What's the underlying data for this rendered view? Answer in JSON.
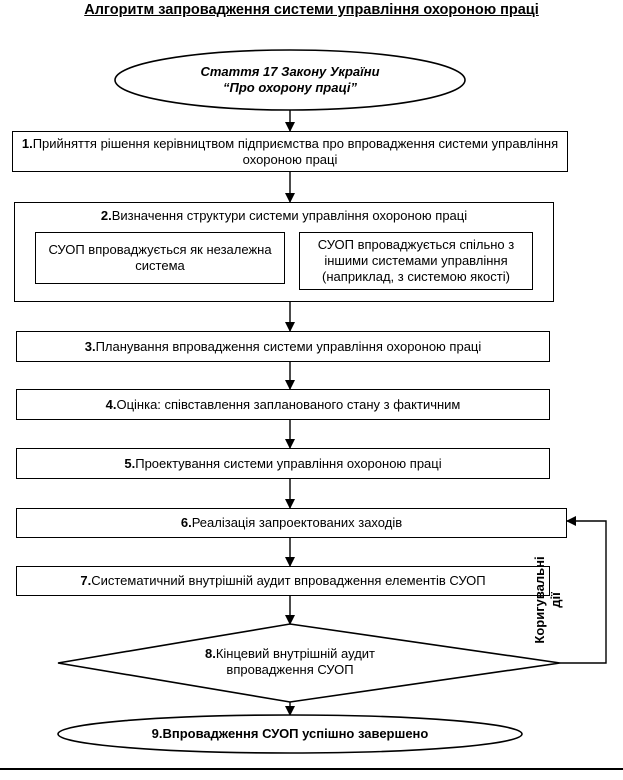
{
  "title": "Алгоритм запровадження системи управління охороною праці",
  "start": {
    "line1": "Стаття 17 Закону України",
    "line2": "“Про охорону праці”"
  },
  "steps": [
    {
      "num": "1.",
      "text": "Прийняття рішення керівництвом підприємства про впровадження системи управління охороною праці"
    },
    {
      "num": "2.",
      "text": "Визначення структури системи управління охороною праці",
      "options": [
        "СУОП впроваджується як незалежна система",
        "СУОП впроваджується спільно з іншими системами управління (наприклад, з системою якості)"
      ]
    },
    {
      "num": "3.",
      "text": "Планування впровадження системи управління охороною праці"
    },
    {
      "num": "4.",
      "text": "Оцінка: співставлення запланованого стану з фактичним"
    },
    {
      "num": "5.",
      "text": "Проектування системи управління охороною праці"
    },
    {
      "num": "6.",
      "text": "Реалізація запроектованих заходів"
    },
    {
      "num": "7.",
      "text": "Систематичний внутрішній аудит впровадження елементів СУОП"
    }
  ],
  "decision": {
    "num": "8.",
    "line1": "Кінцевий внутрішній аудит",
    "line2": "впровадження СУОП"
  },
  "end": {
    "num": "9.",
    "text": "Впровадження СУОП успішно завершено"
  },
  "feedback": {
    "line1": "Коригувальні",
    "line2": "дії"
  }
}
